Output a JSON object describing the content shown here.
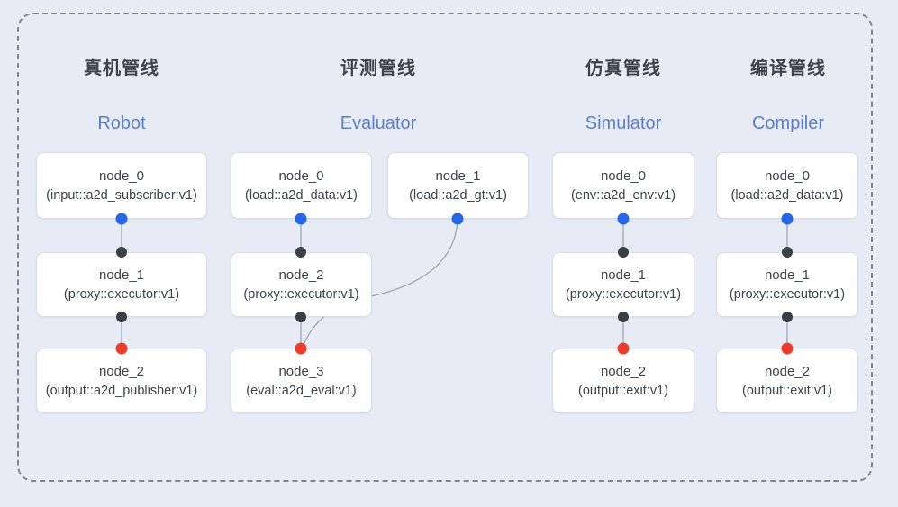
{
  "pipelines": [
    {
      "title_zh": "真机管线",
      "title_en": "Robot",
      "nodes": [
        {
          "name": "node_0",
          "type": "(input::a2d_subscriber:v1)"
        },
        {
          "name": "node_1",
          "type": "(proxy::executor:v1)"
        },
        {
          "name": "node_2",
          "type": "(output::a2d_publisher:v1)"
        }
      ]
    },
    {
      "title_zh": "评测管线",
      "title_en": "Evaluator",
      "nodes": [
        {
          "name": "node_0",
          "type": "(load::a2d_data:v1)"
        },
        {
          "name": "node_1",
          "type": "(load::a2d_gt:v1)"
        },
        {
          "name": "node_2",
          "type": "(proxy::executor:v1)"
        },
        {
          "name": "node_3",
          "type": "(eval::a2d_eval:v1)"
        }
      ]
    },
    {
      "title_zh": "仿真管线",
      "title_en": "Simulator",
      "nodes": [
        {
          "name": "node_0",
          "type": "(env::a2d_env:v1)"
        },
        {
          "name": "node_1",
          "type": "(proxy::executor:v1)"
        },
        {
          "name": "node_2",
          "type": "(output::exit:v1)"
        }
      ]
    },
    {
      "title_zh": "编译管线",
      "title_en": "Compiler",
      "nodes": [
        {
          "name": "node_0",
          "type": "(load::a2d_data:v1)"
        },
        {
          "name": "node_1",
          "type": "(proxy::executor:v1)"
        },
        {
          "name": "node_2",
          "type": "(output::exit:v1)"
        }
      ]
    }
  ],
  "colors": {
    "background": "#e7ebf6",
    "frame_dash": "#7e8591",
    "box_fill": "#ffffff",
    "box_border": "#d7dce4",
    "edge_line": "#97a1b1",
    "title_zh_text": "#3d434b",
    "title_en_text": "#5c7ecb",
    "node_text": "#3d434b",
    "port_input_blue": "#2567e8",
    "port_mid_dark": "#3a3f45",
    "port_output_red": "#f03b28"
  }
}
